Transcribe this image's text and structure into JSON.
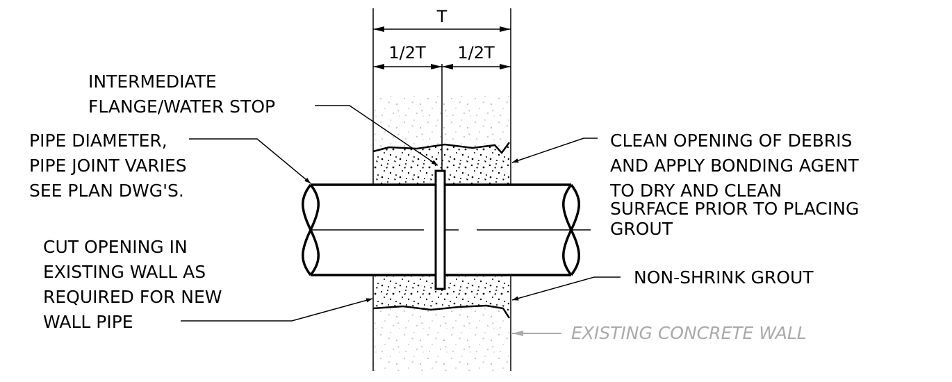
{
  "dimensions": {
    "overall": "T",
    "half_left": "1/2T",
    "half_right": "1/2T"
  },
  "callouts": {
    "flange": [
      "INTERMEDIATE",
      "FLANGE/WATER STOP"
    ],
    "pipe": [
      "PIPE DIAMETER,",
      "PIPE JOINT VARIES",
      "SEE PLAN DWG'S."
    ],
    "opening": [
      "CUT OPENING IN",
      "EXISTING WALL AS",
      "REQUIRED FOR NEW",
      "WALL PIPE"
    ],
    "bonding": [
      "CLEAN OPENING OF DEBRIS",
      "AND APPLY BONDING AGENT",
      "TO DRY AND CLEAN",
      "SURFACE PRIOR TO PLACING",
      "GROUT"
    ],
    "grout": "NON-SHRINK GROUT",
    "wall": "EXISTING CONCRETE WALL"
  },
  "colors": {
    "linework": "#000000",
    "existing": "#aaaaaa"
  }
}
